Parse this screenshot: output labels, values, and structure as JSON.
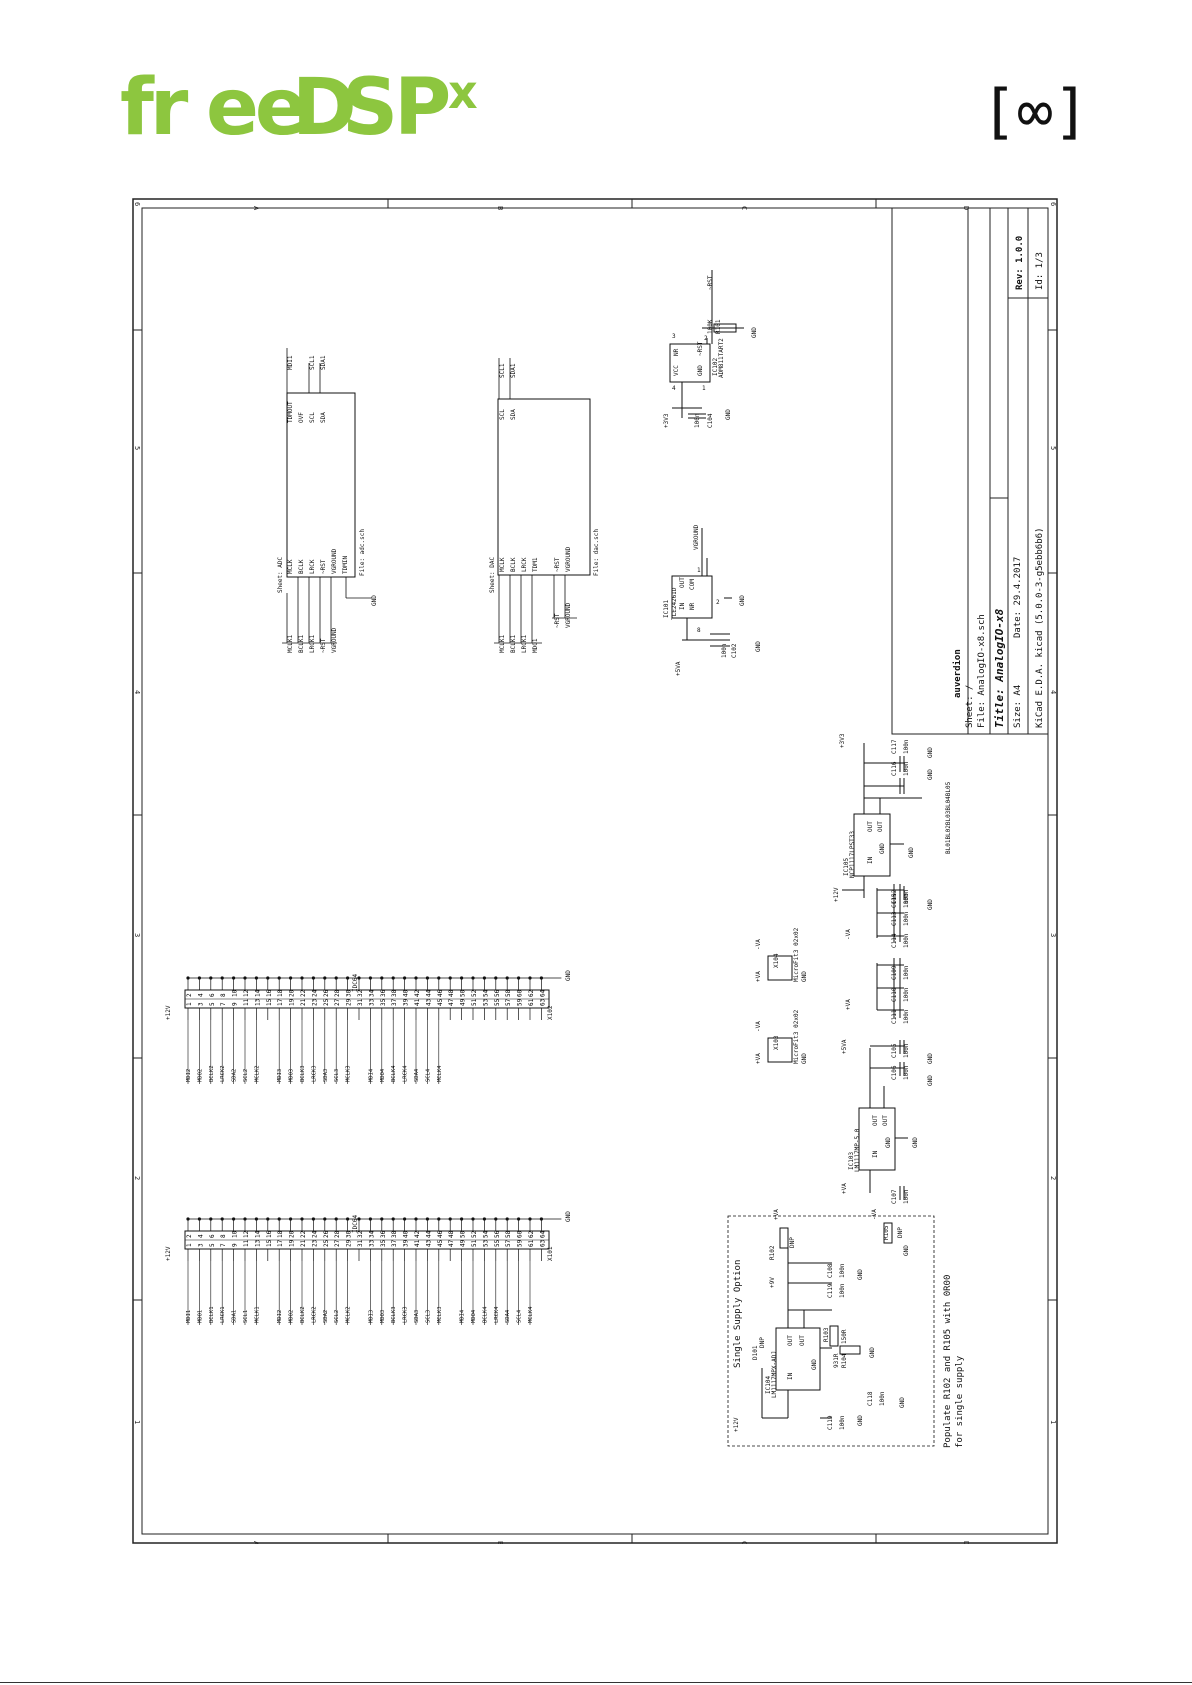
{
  "logo": {
    "text": "fr",
    "text2": "ee",
    "text3": "D",
    "text4": "SP",
    "sup": "x",
    "brand_color": "#8dc63f"
  },
  "mark": {
    "text": "[∞]"
  },
  "frame": {
    "col_letters": [
      "A",
      "B",
      "C",
      "D"
    ],
    "row_numbers": [
      "6",
      "5",
      "4",
      "3",
      "2",
      "1"
    ]
  },
  "title_block": {
    "author": "auverdion",
    "sheet": "Sheet: /",
    "file": "File: AnalogIO-x8.sch",
    "title": "Title: AnalogIO-x8",
    "size": "Size: A4",
    "date": "Date: 29.4.2017",
    "tool": "KiCad E.D.A.  kicad (5.0.0-3-g5ebb6b6)",
    "rev": "Rev: 1.0.0",
    "id": "Id: 1/3"
  },
  "sheet_adc": {
    "name": "Sheet: ADC",
    "file": "File: adc.sch",
    "left_pins": [
      "MCLK",
      "BCLK",
      "LRCK",
      "~RST",
      "VGROUND",
      "TDMIN"
    ],
    "left_nets": [
      "MCLK1",
      "BCLK1",
      "LRCK1",
      "~RST",
      "VGROUND"
    ],
    "right_pins": [
      "TDMOUT",
      "OVF",
      "SCL",
      "SDA"
    ],
    "right_nets": [
      "MDI1",
      "SCL1",
      "SDA1"
    ],
    "gnd": "GND"
  },
  "sheet_dac": {
    "name": "Sheet: DAC",
    "file": "File: dac.sch",
    "left_pins": [
      "MCLK",
      "BCLK",
      "LRCK",
      "TDM1",
      "~RST",
      "VGROUND"
    ],
    "left_nets": [
      "MCLK1",
      "BCLK1",
      "LRCK1",
      "MDO1",
      "~RST",
      "VGROUND"
    ],
    "right_pins": [
      "SCL",
      "SDA"
    ],
    "right_nets": [
      "SCL1",
      "SDA1"
    ]
  },
  "ic102": {
    "ref": "IC102",
    "part": "ADM811TART2",
    "pins": [
      "VCC",
      "NR",
      "GND",
      "~RST"
    ],
    "pin_nums": [
      "4",
      "3",
      "1",
      "2"
    ],
    "r_ref": "R101",
    "r_val": "100K",
    "c_ref": "C104",
    "c_val": "100n",
    "net_rst": "~RST",
    "net_p": "+3V3",
    "gnd": "GND"
  },
  "ic101": {
    "ref": "IC101",
    "part": "TLE2426ID",
    "pins": [
      "IN",
      "NR",
      "OUT",
      "COM"
    ],
    "pin_nums": [
      "8",
      "1",
      "2"
    ],
    "c_ref": "C102",
    "c_val": "100n",
    "net_in": "+5VA",
    "net_out": "VGROUND",
    "gnd": "GND"
  },
  "x101": {
    "ref": "X101",
    "name": "IDC64",
    "left_nets": [
      "MDI1",
      "MDO1",
      "BCLK1",
      "LRCK1",
      "SDA1",
      "SCL1",
      "MCLK1",
      "",
      "MDI2",
      "MDO2",
      "BCLK2",
      "LRCK2",
      "SDA2",
      "SCL2",
      "MCLK2",
      "",
      "MDI3",
      "MDO3",
      "BCLK3",
      "LRCK3",
      "SDA3",
      "SCL3",
      "MCLK3",
      "",
      "MDI4",
      "MDO4",
      "BCLK4",
      "LRCK4",
      "SDA4",
      "SCL4",
      "MCLK4",
      ""
    ],
    "odd_pins": [
      "1",
      "3",
      "5",
      "7",
      "9",
      "11",
      "13",
      "15",
      "17",
      "19",
      "21",
      "23",
      "25",
      "27",
      "29",
      "31",
      "33",
      "35",
      "37",
      "39",
      "41",
      "43",
      "45",
      "47",
      "49",
      "51",
      "53",
      "55",
      "57",
      "59",
      "61",
      "63"
    ],
    "even_pins": [
      "2",
      "4",
      "6",
      "8",
      "10",
      "12",
      "14",
      "16",
      "18",
      "20",
      "22",
      "24",
      "26",
      "28",
      "30",
      "32",
      "34",
      "36",
      "38",
      "40",
      "42",
      "44",
      "46",
      "48",
      "50",
      "52",
      "54",
      "56",
      "58",
      "60",
      "62",
      "64"
    ],
    "pwr": "+12V",
    "gnd": "GND"
  },
  "x102": {
    "ref": "X102",
    "name": "IDC64",
    "left_nets": [
      "MDI2",
      "MDO2",
      "BCLK2",
      "LRCK2",
      "SDA2",
      "SCL2",
      "MCLK2",
      "",
      "MDI3",
      "MDO3",
      "BCLK3",
      "LRCK3",
      "SDA3",
      "SCL3",
      "MCLK3",
      "",
      "MDI4",
      "MDO4",
      "BCLK4",
      "LRCK4",
      "SDA4",
      "SCL4",
      "MCLK4",
      "",
      "",
      "",
      "",
      "",
      "",
      "",
      "",
      ""
    ],
    "pwr": "+12V",
    "gnd": "GND"
  },
  "power": {
    "ic105": "IC105",
    "ic105_part": "NCP1117LPST33",
    "ic103": "IC103",
    "ic103_part": "LM1117MP-5.0",
    "ic104": "IC104",
    "ic104_part": "LM1117MPX-ADJ",
    "x103": "X103",
    "x104": "X104",
    "x_part": "MicroFit3 02x02",
    "caps": [
      "C115",
      "C116",
      "C117",
      "C107",
      "C108",
      "C105",
      "C106",
      "C109",
      "C110",
      "C111",
      "C112",
      "C113",
      "C114",
      "C118",
      "C119"
    ],
    "cval": "100n",
    "d101": "D101",
    "dnp": "DNP",
    "r102": "R102",
    "r103": "R103",
    "r103_val": "150R",
    "r104": "R104",
    "r104_val": "931R",
    "r105": "R105",
    "net_12v": "+12V",
    "net_3v3": "+3V3",
    "net_5va": "+5VA",
    "net_pva": "+VA",
    "net_mva": "-VA",
    "net_9v": "+9V",
    "gnd": "GND",
    "io_label": "IN",
    "out_label": "OUT",
    "gnd_label": "GND",
    "fiducials": "BL01BL02BL03BL04BL05"
  },
  "single_supply": {
    "title": "Single Supply Option",
    "note1": "Populate R102 and R105 with 0R00",
    "note2": "for single supply"
  }
}
